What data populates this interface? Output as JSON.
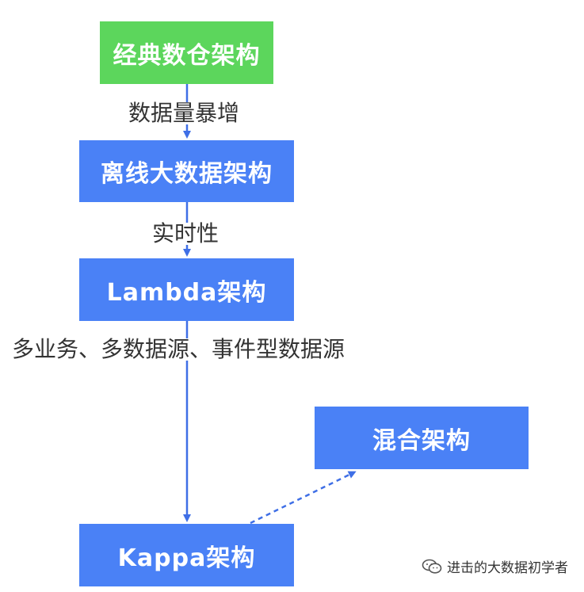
{
  "nodes": {
    "classic": "经典数仓架构",
    "offline": "离线大数据架构",
    "lambda": "Lambda架构",
    "hybrid": "混合架构",
    "kappa": "Kappa架构"
  },
  "edges": {
    "classic_to_offline": "数据量暴增",
    "offline_to_lambda": "实时性",
    "lambda_to_kappa": "多业务、多数据源、事件型数据源"
  },
  "watermark": {
    "text": "进击的大数据初学者",
    "icon": "wechat-icon"
  },
  "colors": {
    "green": "#5cd65c",
    "blue": "#4a81f6",
    "arrow": "#3f6fe6"
  }
}
